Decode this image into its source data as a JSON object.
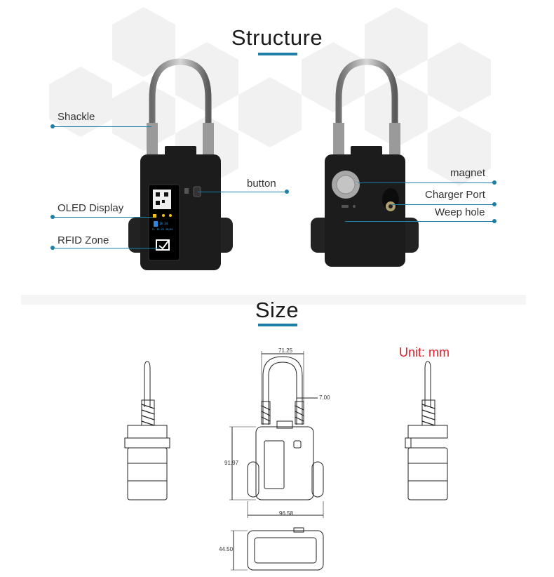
{
  "structure": {
    "title": "Structure",
    "front_callouts": {
      "shackle": "Shackle",
      "oled_display": "OLED Display",
      "rfid_zone": "RFID Zone",
      "button": "button"
    },
    "back_callouts": {
      "magnet": "magnet",
      "charger_port": "Charger Port",
      "weep_hole": "Weep hole"
    },
    "screen_text": {
      "line1": "18:34",
      "line2": "CL 33.25 2M/05"
    }
  },
  "size": {
    "title": "Size",
    "unit": "Unit: mm",
    "dimensions": {
      "shackle_width": "71.25",
      "shackle_thickness": "7.00",
      "body_height": "91.97",
      "body_width": "96.58",
      "body_depth": "44.50"
    }
  },
  "colors": {
    "accent": "#1d7fa6",
    "unit_red": "#d9232e",
    "device_black": "#1c1c1c"
  }
}
